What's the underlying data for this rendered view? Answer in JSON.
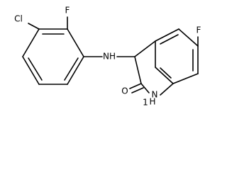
{
  "labels": {
    "chlorine": "Cl",
    "fluorine_top": "F",
    "amine": "NH",
    "fluorine_right": "F",
    "carbonyl_oxygen": "O",
    "lactam_nh_h": "H",
    "lactam_nh_n": "N",
    "lactam_n_locant": "1"
  },
  "colors": {
    "bond": "#000000",
    "text": "#000000",
    "background": "#ffffff"
  }
}
